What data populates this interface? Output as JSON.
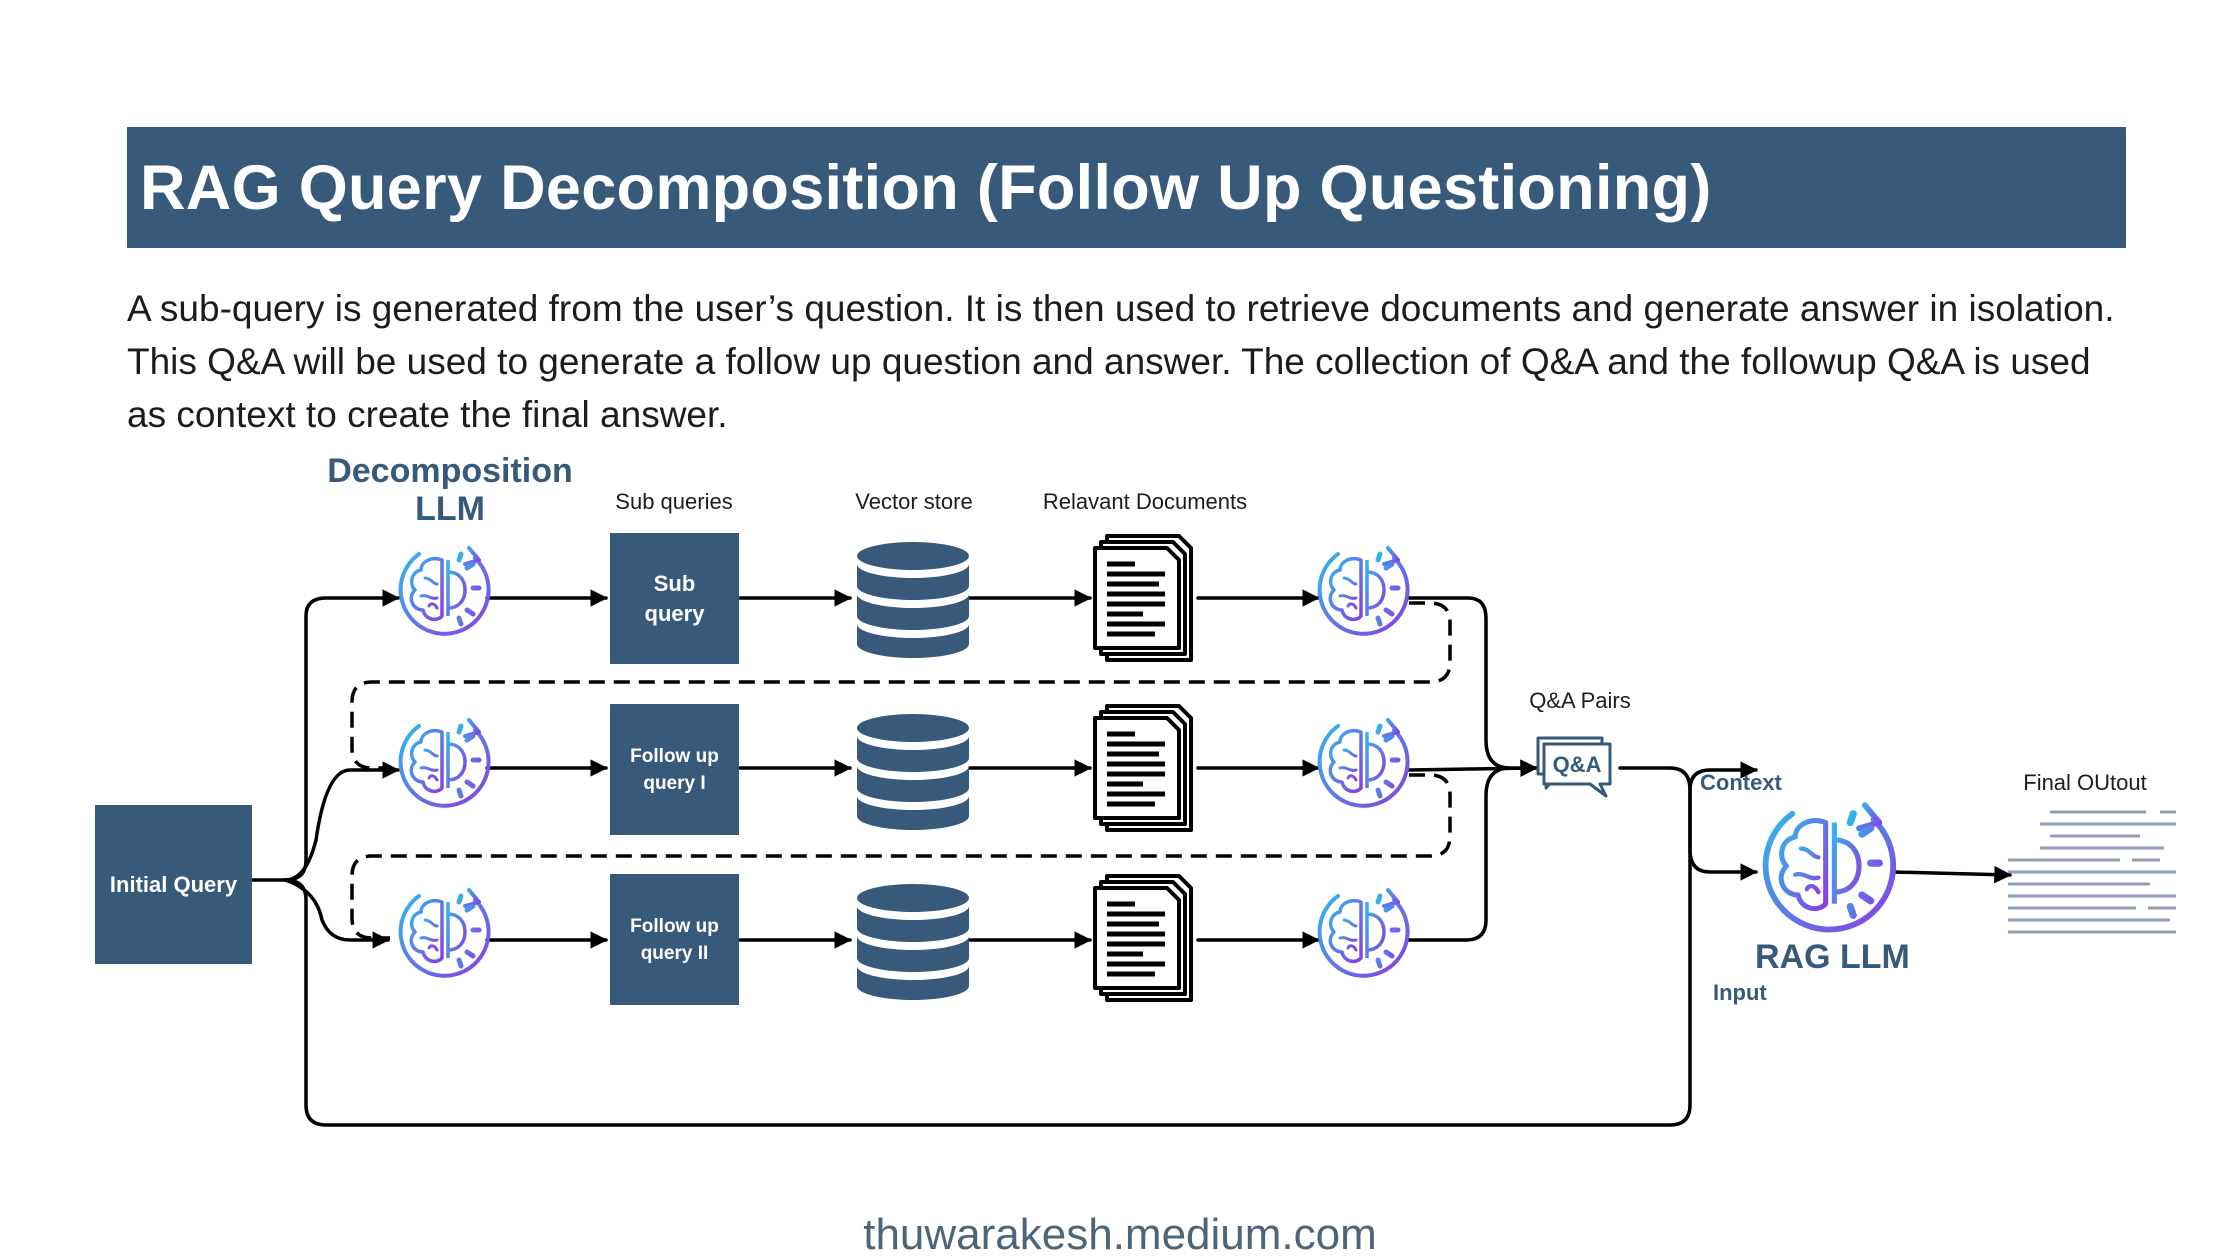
{
  "title": "RAG Query Decomposition (Follow Up Questioning)",
  "description": "A sub-query is generated from the user’s question. It is then used to retrieve documents and generate answer in isolation. This Q&A will be used to generate a follow up question and answer. The collection of Q&A and the followup Q&A is used as context to create the final answer.",
  "decomposition_label": "Decomposition LLM",
  "column_labels": {
    "sub_queries": "Sub queries",
    "vector_store": "Vector store",
    "documents": "Relavant Documents"
  },
  "initial_query": "Initial Query",
  "rows": [
    {
      "query_label": "Sub query"
    },
    {
      "query_label": "Follow up query I"
    },
    {
      "query_label": "Follow up query II"
    }
  ],
  "qa_pairs_label": "Q&A Pairs",
  "qa_icon_text": "Q&A",
  "context_label": "Context",
  "input_label": "Input",
  "rag_llm_label": "RAG LLM",
  "final_output_label": "Final OUtout",
  "footer": "thuwarakesh.medium.com",
  "colors": {
    "primary": "#375a7a",
    "brain_gradient_start": "#31b6ee",
    "brain_gradient_end": "#8a3ee0",
    "output_lines": "#8fa0b6"
  },
  "icons": [
    "brain-gear-icon",
    "database-icon",
    "documents-icon",
    "qa-chat-icon",
    "text-lines-icon"
  ]
}
